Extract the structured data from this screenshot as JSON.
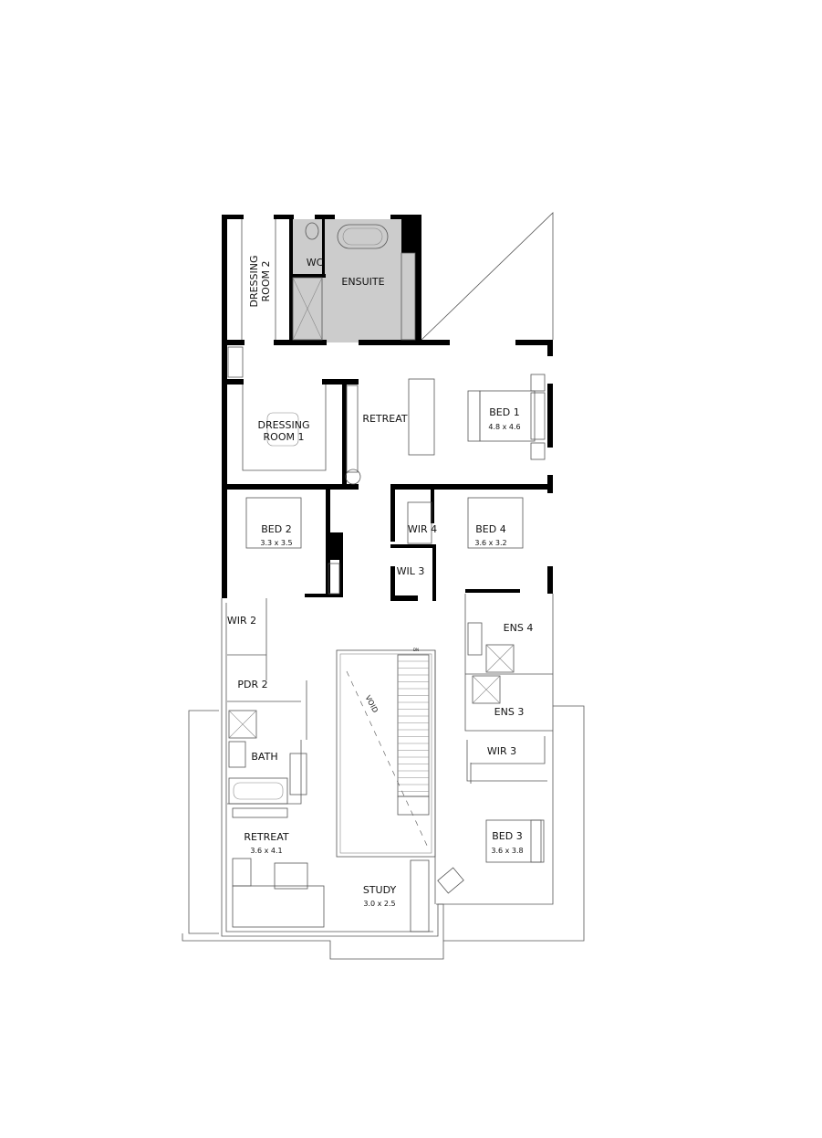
{
  "plan": {
    "colors": {
      "walls": "#000000",
      "wet_area_fill": "#cccccc",
      "linework": "#555555"
    },
    "rooms": {
      "dressing2": {
        "name": "DRESSING ROOM 2",
        "line1": "DRESSING",
        "line2": "ROOM 2"
      },
      "wc": {
        "name": "WC"
      },
      "ensuite": {
        "name": "ENSUITE"
      },
      "dressing1": {
        "line1": "DRESSING",
        "line2": "ROOM 1"
      },
      "retreat_upper": {
        "name": "RETREAT"
      },
      "bed1": {
        "name": "BED 1",
        "dims": "4.8 x 4.6"
      },
      "bed2": {
        "name": "BED 2",
        "dims": "3.3 x 3.5"
      },
      "wir4": {
        "name": "WIR 4"
      },
      "bed4": {
        "name": "BED 4",
        "dims": "3.6 x 3.2"
      },
      "wil3": {
        "name": "WIL 3"
      },
      "wir2": {
        "name": "WIR 2"
      },
      "ens4": {
        "name": "ENS 4"
      },
      "pdr2": {
        "name": "PDR 2"
      },
      "void": {
        "name": "VOID"
      },
      "ens3": {
        "name": "ENS 3"
      },
      "bath": {
        "name": "BATH"
      },
      "wir3": {
        "name": "WIR 3"
      },
      "retreat_lower": {
        "name": "RETREAT",
        "dims": "3.6 x 4.1"
      },
      "bed3": {
        "name": "BED 3",
        "dims": "3.6 x 3.8"
      },
      "study": {
        "name": "STUDY",
        "dims": "3.0 x 2.5"
      }
    },
    "stair_label": "DN"
  }
}
